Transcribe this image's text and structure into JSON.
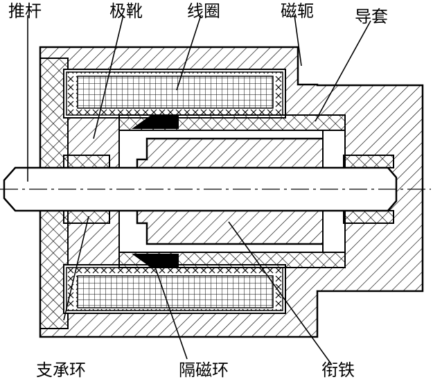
{
  "labels": {
    "push_rod": "推杆",
    "pole_shoe": "极靴",
    "coil": "线圈",
    "yoke": "磁轭",
    "guide_sleeve": "导套",
    "support_ring": "支承环",
    "magnetic_isolation_ring": "隔磁环",
    "armature": "衔铁"
  }
}
